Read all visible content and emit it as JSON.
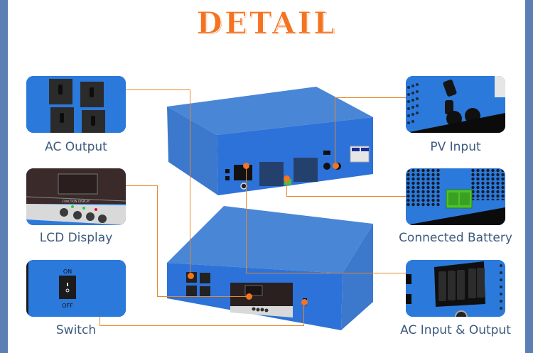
{
  "title": "DETAIL",
  "features": [
    {
      "id": "ac-output",
      "label": "AC Output"
    },
    {
      "id": "lcd-display",
      "label": "LCD Display"
    },
    {
      "id": "switch",
      "label": "Switch"
    },
    {
      "id": "pv-input",
      "label": "PV Input"
    },
    {
      "id": "connected-battery",
      "label": "Connected Battery"
    },
    {
      "id": "ac-input-output",
      "label": "AC Input & Output"
    }
  ],
  "switch_panel": {
    "on_text": "ON",
    "off_text": "OFF"
  },
  "lcd_panel": {
    "caption": "FUNCTION DISPLAY"
  },
  "colors": {
    "accent": "#f47321",
    "device_blue": "#2a7be0",
    "label_text": "#3c5a7d",
    "edge": "#5b7fb3"
  }
}
